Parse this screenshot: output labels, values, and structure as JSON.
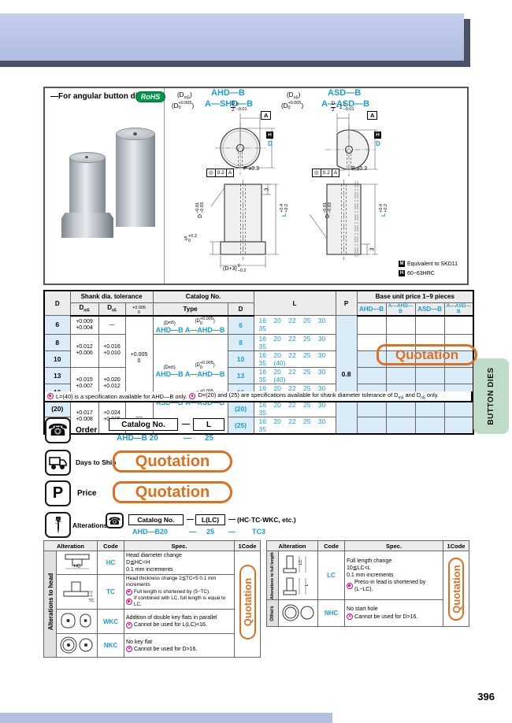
{
  "page": {
    "number": "396",
    "side_tab": "BUTTON DIES"
  },
  "box": {
    "caption": "—For angular button dies—",
    "rohs": "RoHS"
  },
  "diag": {
    "left": {
      "fit1_pre": "(D",
      "fit1_sub": "m5",
      "fit1_post": ")",
      "fit2_pre": "(D",
      "fit2_sup": "+0.005",
      "fit2_sub": "0",
      "fit2_post": ")",
      "name1": "AHD—B",
      "name2": "A—SHD—B",
      "top_frac_n": "D",
      "top_frac_d": "2",
      "top_sup": "0",
      "top_sub": "−0.01",
      "datum": "A",
      "marker": "H",
      "d_label": "D",
      "p_dim": "P ±0.3",
      "fcf_sym": "◎",
      "fcf_val": "0.2",
      "fcf_ref": "A",
      "chamfer": "3",
      "sd_base": "D",
      "sd_sup": "−0.01",
      "sd_sub": "−0.03",
      "s5_base": "5",
      "s5_sup": "+0.3",
      "s5_sub": "0",
      "sl_base": "L",
      "sl_sup": "+0.4",
      "sl_sub": "+0.2",
      "sb_base": "(D+3)",
      "sb_sup": "0",
      "sb_sub": "−0.2"
    },
    "right": {
      "fit1_pre": "(D",
      "fit1_sub": "n5",
      "fit1_post": ")",
      "fit2_pre": "(D",
      "fit2_sup": "+0.005",
      "fit2_sub": "0",
      "fit2_post": ")",
      "name1": "ASD—B",
      "name2": "A—ASD—B",
      "top_frac_n": "D",
      "top_frac_d": "2",
      "top_mid": "−1",
      "top_sup": "0",
      "top_sub": "−0.01",
      "datum": "A",
      "marker": "H",
      "d_label": "D",
      "p_dim": "P ±0.3",
      "fcf_sym": "◎",
      "fcf_val": "0.2",
      "fcf_ref": "A",
      "chamfer": "3",
      "sd_base": "D",
      "sd_sup": "−0.01",
      "sd_sub": "−0.03",
      "sl_base": "L",
      "sl_sup": "+0.4",
      "sl_sub": "+0.2"
    },
    "notes": [
      {
        "marker": "M",
        "text": "Equivalent to SKD11"
      },
      {
        "marker": "H",
        "text": "60~63HRC"
      }
    ]
  },
  "mt": {
    "h_d": "D",
    "h_shank": "Shank dia. tolerance",
    "h_catalog": "Catalog No.",
    "h_type": "Type",
    "h_d2": "D",
    "h_l": "L",
    "h_p": "P",
    "h_price": "Base unit price  1~9 pieces",
    "h_dm_base": "D",
    "h_dm_sub": "m5",
    "h_dn_base": "D",
    "h_dn_sub": "n5",
    "h_tol_sup": "+0.005",
    "h_tol_sub": "0",
    "price_cols": [
      "AHD—B",
      "A—AHD—B",
      "ASD—B",
      "A—ASD—B"
    ],
    "d": [
      "6",
      "8",
      "10",
      "13",
      "16",
      "(20)",
      "(25)"
    ],
    "dm5": [
      "+0.009\n+0.004",
      "+0.012\n+0.006",
      "+0.015\n+0.007",
      "+0.017\n+0.008"
    ],
    "dn5": [
      "—",
      "+0.016\n+0.010",
      "+0.020\n+0.012",
      "+0.024\n+0.015"
    ],
    "tol_top": "+0.005\n0",
    "tol_bot": "—",
    "l": [
      "16 20 22 25 30 35",
      "16 20 22 25 30 35",
      "16 20 22 25 30 35 (40)",
      "16 20 22 25 30 35 (40)",
      "16 20 22 25 30 35 (40)",
      "16 20 22 25 30 35",
      "16 20 22 25 30 35"
    ],
    "p": "0.8",
    "stamp": "Quotation",
    "type_r1": {
      "t1_pre": "(D",
      "t1_sub": "m5",
      "t1_post": ")",
      "n1": "AHD—B",
      "t2_pre": "(D",
      "t2_sup": "+0.005",
      "t2_sub": "0",
      "t2_post": ")",
      "n2": "A—AHD—B"
    },
    "type_g1": {
      "t1_pre": "(D",
      "t1_sub": "m5",
      "t1_post": ")",
      "n1": "AHD—B",
      "t2_pre": "(D",
      "t2_sup": "+0.005",
      "t2_sub": "0",
      "t2_post": ")",
      "n2": "A—AHD—B"
    },
    "type_g2": {
      "t1_pre": "(D",
      "t1_sub": "n5",
      "t1_post": ")",
      "n1": "ASD—B",
      "t2_pre": "(D",
      "t2_sup": "+0.005",
      "t2_sub": "0",
      "t2_post": ")",
      "n2": "A—ASD—B"
    },
    "fn1": "L=(40) is a specification available for AHD—B only.",
    "fn2_a": "D=(20) and (25) are specifications available for shank diameter tolerance of D",
    "fn2_s1": "m5",
    "fn2_b": " and D",
    "fn2_s2": "n5",
    "fn2_c": " only."
  },
  "order": {
    "label": "Order",
    "box1": "Catalog No.",
    "dash": "—",
    "box2": "L",
    "ex1": "AHD—B 20",
    "ex_dash": "—",
    "ex2": "25"
  },
  "ship": {
    "label": "Days to Ship",
    "stamp": "Quotation"
  },
  "price": {
    "label": "Price",
    "stamp": "Quotation"
  },
  "alter": {
    "label": "Alterations",
    "box1": "Catalog No.",
    "dash1": "—",
    "box2": "L(LC)",
    "dash2": "—",
    "suffix": "(HC·TC·WKC, etc.)",
    "ex1": "AHD—B20",
    "exd1": "—",
    "ex2": "25",
    "exd2": "—",
    "ex3": "TC3"
  },
  "alt_left": {
    "h": [
      "Alteration",
      "Code",
      "Spec.",
      "1Code"
    ],
    "band": "Alterations to head",
    "stamp": "Quotation",
    "rows": [
      {
        "code": "HC",
        "dim": "HC",
        "l1": "Head diameter change",
        "l2": "D≦HC<H",
        "l3": "0.1 mm increments"
      },
      {
        "code": "TC",
        "dim": "TC",
        "l1": "Head thickness change 2≦TC<5  0.1 mm increments",
        "l2": "Full length is shortened by (5−TC).",
        "l3": "If combined with LC, full length is equal to LC."
      },
      {
        "code": "WKC",
        "l1": "Addition of double key flats in parallel",
        "l2": "Cannot be used for L(LC)<16."
      },
      {
        "code": "NKC",
        "l1": "No key flat",
        "l2": "Cannot be used for D>16."
      }
    ]
  },
  "alt_right": {
    "h": [
      "Alteration",
      "Code",
      "Spec.",
      "1Code"
    ],
    "stamp": "Quotation",
    "rows": [
      {
        "band": "Alterations to full length",
        "code": "LC",
        "dim1": "LC",
        "dim2": "L",
        "l1": "Full length change",
        "l2": "10≦LC<L",
        "l3": "0.1 mm increments",
        "l4": "Press-in lead is shortened by (L−LC)."
      },
      {
        "band": "Others",
        "code": "NHC",
        "l1": "No start hole",
        "l2": "Cannot be used for D>16."
      }
    ]
  }
}
